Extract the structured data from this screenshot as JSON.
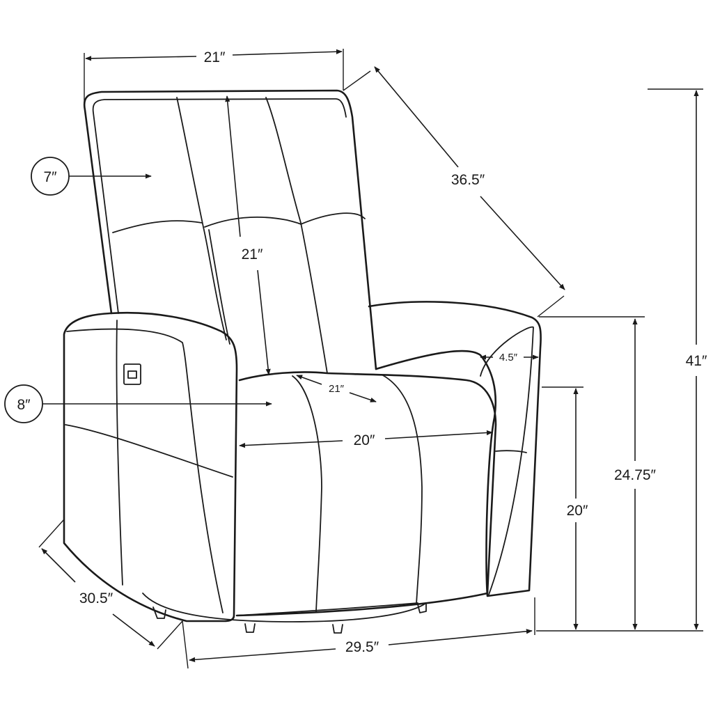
{
  "dimensions": {
    "backrest_top_width": "21″",
    "backrest_depth": "7″",
    "backrest_height": "21″",
    "diagonal_depth": "36.5″",
    "overall_height": "41″",
    "armrest_width": "4.5″",
    "seat_depth": "21″",
    "seat_cushion_depth": "8″",
    "seat_width": "20″",
    "arm_height": "24.75″",
    "seat_height": "20″",
    "overall_depth": "30.5″",
    "overall_width": "29.5″"
  }
}
